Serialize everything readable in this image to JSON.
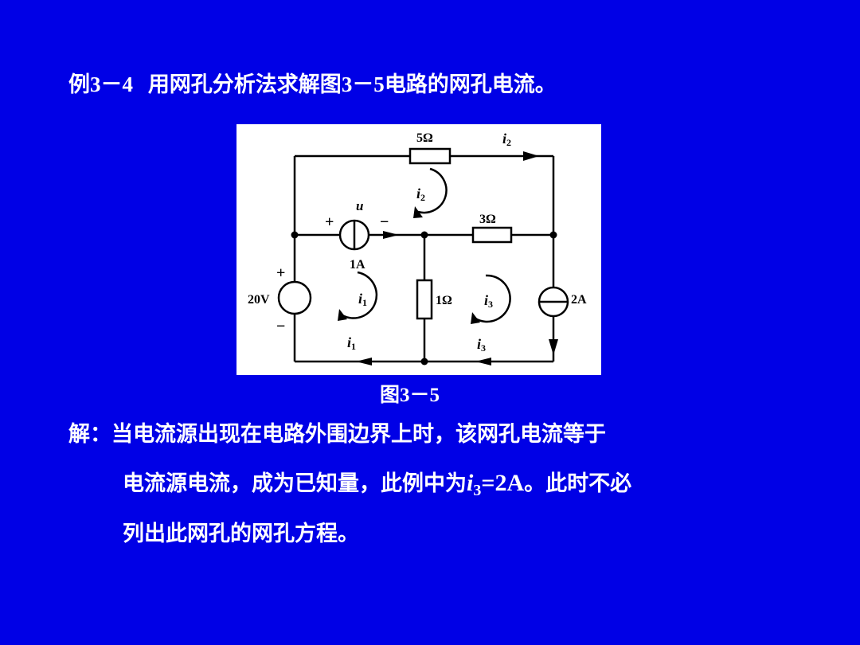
{
  "title": {
    "prefix": "例",
    "example_no": "3－4",
    "text_a": "用网孔分析法求解图",
    "fig_ref": "3－5",
    "text_b": "电路的网孔电流。"
  },
  "circuit": {
    "r_top": "5Ω",
    "r_mid": "3Ω",
    "r_vert": "1Ω",
    "vsource": "20V",
    "csource_left": "1A",
    "csource_right": "2A",
    "voltage_u": "u",
    "plus": "+",
    "minus": "−",
    "current_i": "i",
    "sub_1": "1",
    "sub_2": "2",
    "sub_3": "3"
  },
  "caption": {
    "prefix": "图",
    "number": "3－5"
  },
  "solution": {
    "line1": "解：当电流源出现在电路外围边界上时，该网孔电流等于",
    "line2_a": "电流源电流，成为已知量，此例中为",
    "line2_var": "i",
    "line2_sub": "3",
    "line2_eq": "=2A",
    "line2_b": "。此时不必",
    "line3": "列出此网孔的网孔方程。"
  }
}
